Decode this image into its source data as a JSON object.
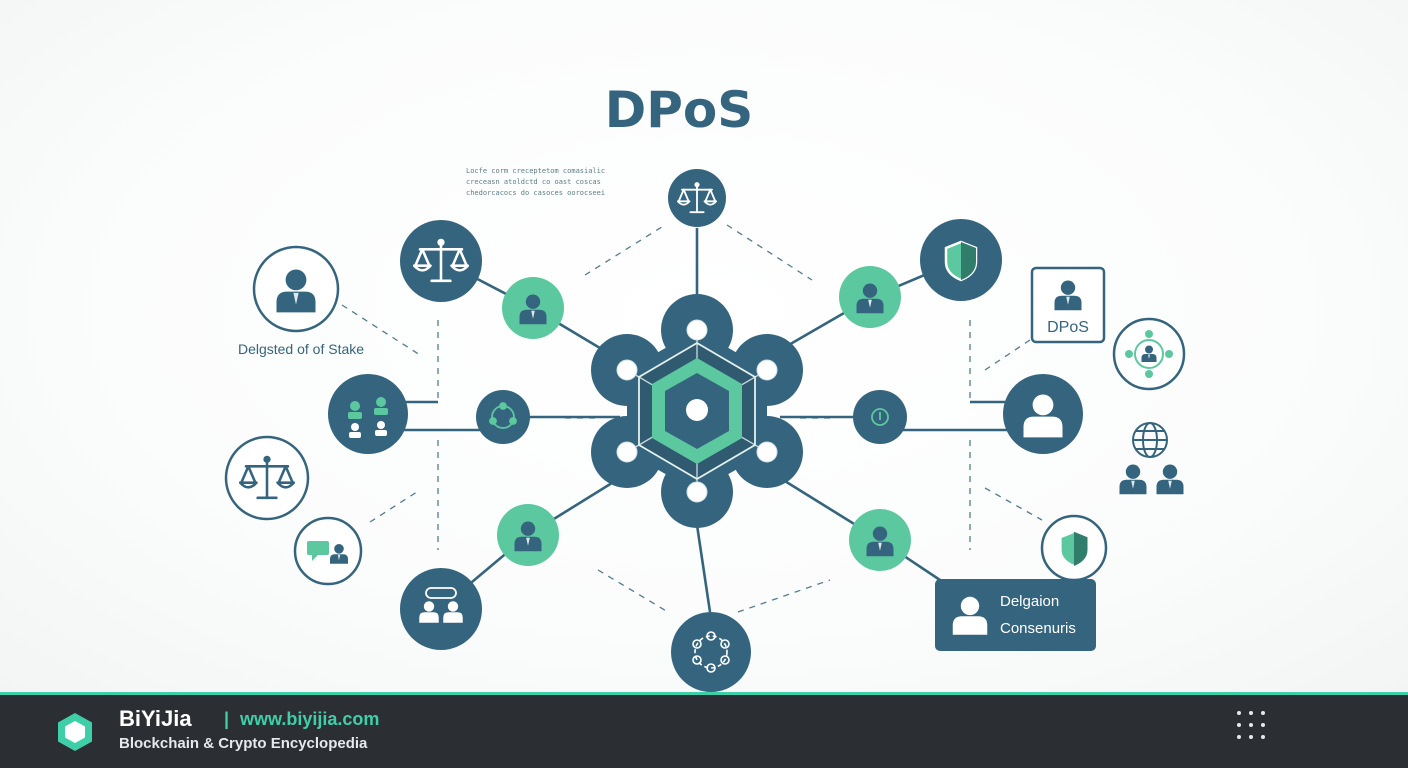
{
  "title": "DPoS",
  "tiny_text": [
    "Locfe corm creceptetom comasialic",
    "creceasn atoldctd co oast coscas",
    "chedorcacocs do casoces oorocseei"
  ],
  "labels": {
    "delegated": "Delgsted of of Stake",
    "dpos_box": "DPoS",
    "delegation_line1": "Delgaion",
    "delegation_line2": "Consenuris"
  },
  "footer": {
    "brand": "BiYiJia",
    "separator": "|",
    "url": "www.biyijia.com",
    "tagline": "Blockchain & Crypto Encyclopedia"
  },
  "colors": {
    "primary": "#35657e",
    "accent": "#5cc8a0",
    "footer_bg": "#2b2f33",
    "footer_accent": "#3fcfa8"
  }
}
